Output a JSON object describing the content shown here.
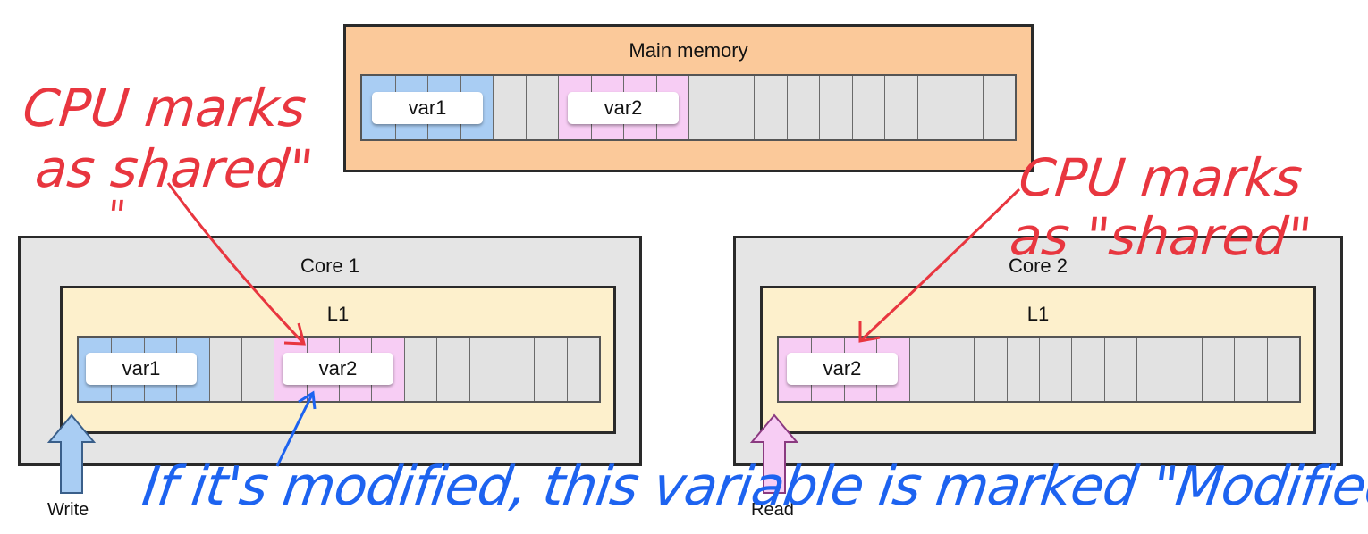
{
  "main_memory": {
    "title": "Main memory",
    "var1": "var1",
    "var2": "var2"
  },
  "core1": {
    "title": "Core 1",
    "l1_title": "L1",
    "var1": "var1",
    "var2": "var2",
    "action_label": "Write"
  },
  "core2": {
    "title": "Core 2",
    "l1_title": "L1",
    "var2": "var2",
    "action_label": "Read"
  },
  "annotations": {
    "left_red_line1": "CPU marks",
    "left_red_line2": "as shared\"",
    "left_red_quote": "\"",
    "right_red_line1": "CPU marks",
    "right_red_line2": "as \"shared\"",
    "blue_note": "If it's modified, this variable is marked \"Modified\""
  },
  "colors": {
    "main_memory_bg": "#fbc99a",
    "core_bg": "#e5e5e5",
    "l1_bg": "#fdf0cc",
    "var1_cells": "#a9cdf3",
    "var2_cells": "#f7cdf4",
    "empty_cells": "#e2e2e2",
    "red_ink": "#e8363f",
    "blue_ink": "#1d63f0",
    "write_arrow": "#a9cdf3",
    "read_arrow": "#f7cdf4"
  }
}
